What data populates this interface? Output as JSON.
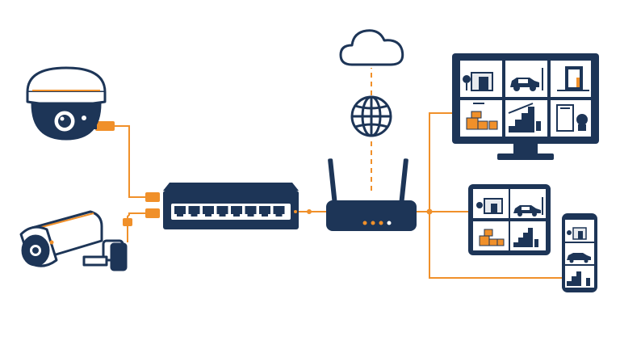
{
  "diagram": {
    "nodes": [
      {
        "id": "dome-camera",
        "icon": "dome-camera-icon"
      },
      {
        "id": "bullet-camera",
        "icon": "bullet-camera-icon"
      },
      {
        "id": "poe-switch",
        "icon": "network-switch-icon",
        "port_count": 8
      },
      {
        "id": "router",
        "icon": "wifi-router-icon",
        "antenna_count": 2
      },
      {
        "id": "internet",
        "icon": "globe-icon"
      },
      {
        "id": "cloud",
        "icon": "cloud-icon"
      },
      {
        "id": "desktop-monitor",
        "icon": "monitor-icon",
        "feed_tiles": 6
      },
      {
        "id": "tablet",
        "icon": "tablet-icon",
        "feed_tiles": 4
      },
      {
        "id": "smartphone",
        "icon": "smartphone-icon",
        "feed_tiles": 3
      }
    ],
    "edges": [
      {
        "from": "dome-camera",
        "to": "poe-switch",
        "style": "solid"
      },
      {
        "from": "bullet-camera",
        "to": "poe-switch",
        "style": "solid"
      },
      {
        "from": "poe-switch",
        "to": "router",
        "style": "solid"
      },
      {
        "from": "router",
        "to": "internet",
        "style": "dashed"
      },
      {
        "from": "internet",
        "to": "cloud",
        "style": "dashed"
      },
      {
        "from": "router",
        "to": "desktop-monitor",
        "style": "solid"
      },
      {
        "from": "router",
        "to": "tablet",
        "style": "solid"
      },
      {
        "from": "router",
        "to": "smartphone",
        "style": "solid"
      }
    ]
  },
  "colors": {
    "navy": "#1d3557",
    "orange": "#f0902a",
    "light_gray": "#e7eaee",
    "background": "#ffffff"
  }
}
